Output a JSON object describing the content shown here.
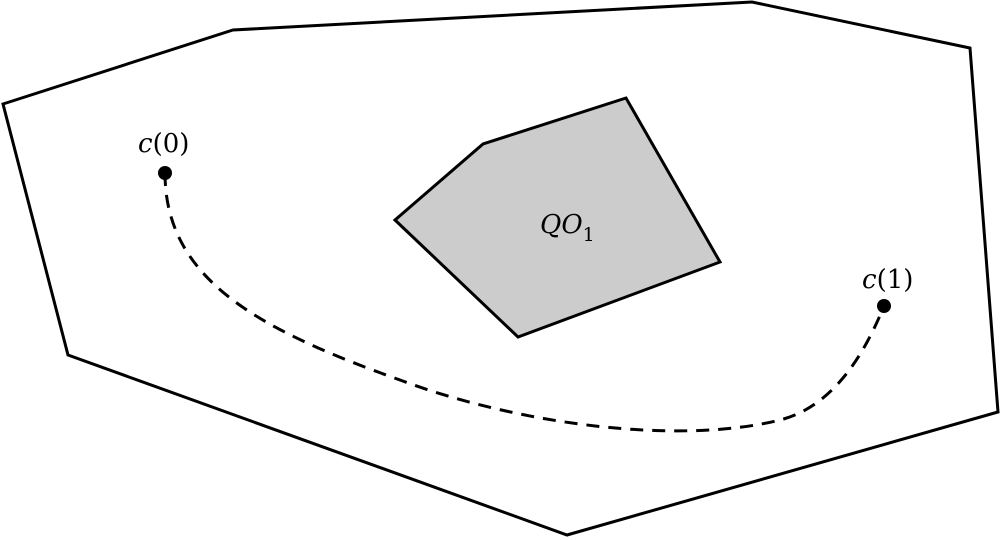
{
  "diagram": {
    "obstacle": {
      "label_main": "QO",
      "label_sub": "1",
      "fill_color": "#cccccc"
    },
    "start_point": {
      "label_fn": "c",
      "label_open": "(",
      "label_arg": "0",
      "label_close": ")"
    },
    "end_point": {
      "label_fn": "c",
      "label_open": "(",
      "label_arg": "1",
      "label_close": ")"
    },
    "stroke_color": "#000000",
    "background_color": "#ffffff"
  }
}
